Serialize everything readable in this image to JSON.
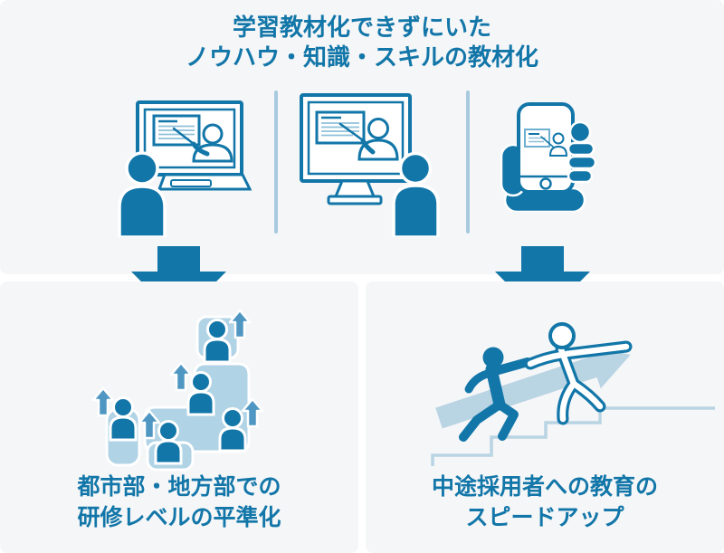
{
  "colors": {
    "primary_blue": "#1276a8",
    "light_blue": "#b9d4e3",
    "map_blue": "#b0d3e5",
    "small_arrow_blue": "#4f97c2",
    "divider_blue": "#a8cadf",
    "card_background": "#f5f6f8",
    "page_background": "#ffffff"
  },
  "header": {
    "title_line1": "学習教材化できずにいた",
    "title_line2": "ノウハウ・知識・スキルの教材化"
  },
  "top_row": {
    "icons": [
      {
        "name": "laptop-lecture-icon"
      },
      {
        "name": "monitor-lecture-icon"
      },
      {
        "name": "smartphone-lecture-icon"
      }
    ]
  },
  "outcomes": [
    {
      "id": "regional-training-leveling",
      "icon": "japan-map-people-icon",
      "caption_line1": "都市部・地方部での",
      "caption_line2": "研修レベルの平準化"
    },
    {
      "id": "midcareer-education-speedup",
      "icon": "mentor-stairs-icon",
      "caption_line1": "中途採用者への教育の",
      "caption_line2": "スピードアップ"
    }
  ]
}
